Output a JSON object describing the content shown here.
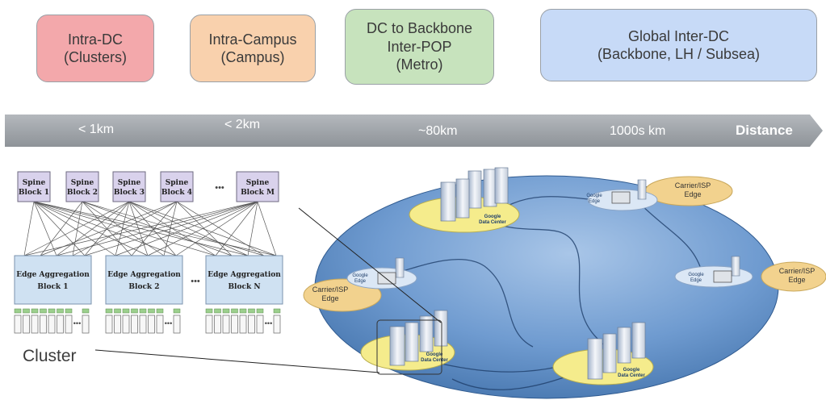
{
  "categories": [
    {
      "line1": "Intra-DC",
      "line2": "(Clusters)",
      "line3": "",
      "bg": "#f3a8ab"
    },
    {
      "line1": "Intra-Campus",
      "line2": "(Campus)",
      "line3": "",
      "bg": "#f9d1ad"
    },
    {
      "line1": "DC to Backbone",
      "line2": "Inter-POP",
      "line3": "(Metro)",
      "bg": "#c7e3bd"
    },
    {
      "line1": "Global Inter-DC",
      "line2": "(Backbone, LH /  Subsea)",
      "line3": "",
      "bg": "#c7daf7"
    }
  ],
  "distance_bar": {
    "marks": [
      "< 1km",
      "< 2km",
      "~80km",
      "1000s km"
    ],
    "axis_label": "Distance",
    "color": "#a0a5ab"
  },
  "cluster": {
    "spine_blocks": [
      {
        "l1": "Spine",
        "l2": "Block 1"
      },
      {
        "l1": "Spine",
        "l2": "Block 2"
      },
      {
        "l1": "Spine",
        "l2": "Block 3"
      },
      {
        "l1": "Spine",
        "l2": "Block 4"
      },
      {
        "l1": "Spine",
        "l2": "Block M"
      }
    ],
    "edge_blocks": [
      {
        "l1": "Edge Aggregation",
        "l2": "Block 1"
      },
      {
        "l1": "Edge Aggregation",
        "l2": "Block 2"
      },
      {
        "l1": "Edge Aggregation",
        "l2": "Block N"
      }
    ],
    "ellipsis": "•••",
    "label": "Cluster",
    "spine_color": "#d9d2ec",
    "edge_color": "#cfe1f2"
  },
  "network": {
    "data_centers": [
      {
        "l1": "Google",
        "l2": "Data Center"
      },
      {
        "l1": "Google",
        "l2": "Data Center"
      },
      {
        "l1": "Google",
        "l2": "Data Center"
      }
    ],
    "edges": [
      {
        "l1": "Google",
        "l2": "Edge"
      },
      {
        "l1": "Google",
        "l2": "Edge"
      },
      {
        "l1": "Google",
        "l2": "Edge"
      }
    ],
    "isp_edges": [
      {
        "l1": "Carrier/ISP",
        "l2": "Edge"
      },
      {
        "l1": "Carrier/ISP",
        "l2": "Edge"
      },
      {
        "l1": "Carrier/ISP",
        "l2": "Edge"
      }
    ],
    "globe_color": "#5f8ec6",
    "dc_pad_color": "#f5ec8c",
    "edge_pad_color": "#dbe7f5",
    "isp_color": "#f2d28e"
  }
}
